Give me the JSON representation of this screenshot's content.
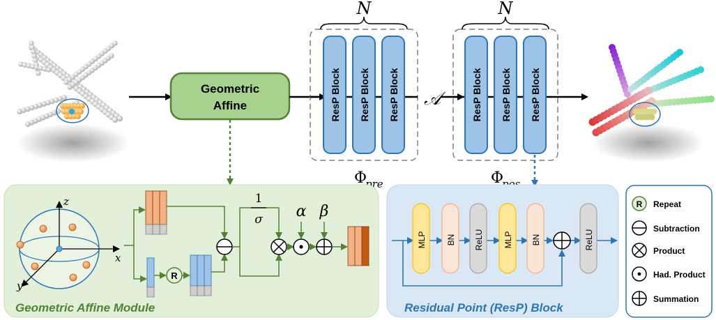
{
  "top": {
    "geo_affine_line1": "Geometric",
    "geo_affine_line2": "Affine",
    "resp_block_label": "ResP Block",
    "n_label": "N",
    "affine_symbol": "𝒜",
    "phi_pre": "Φ",
    "phi_pre_sub": "pre",
    "phi_pos": "Φ",
    "phi_pos_sub": "pos"
  },
  "gam": {
    "title": "Geometric Affine Module",
    "axis_z": "z",
    "axis_x": "x",
    "axis_y": "y",
    "repeat_symbol": "R",
    "frac_num": "1",
    "frac_den": "σ",
    "alpha": "α",
    "beta": "β"
  },
  "resp": {
    "title": "Residual Point (ResP) Block",
    "layers": [
      "MLP",
      "BN",
      "ReLU",
      "MLP",
      "BN",
      "ReLU"
    ]
  },
  "legend": {
    "items": [
      {
        "symbol": "R",
        "label": "Repeat",
        "icon": "repeat-icon"
      },
      {
        "symbol": "",
        "label": "Subtraction",
        "icon": "subtraction-icon"
      },
      {
        "symbol": "",
        "label": "Product",
        "icon": "product-icon"
      },
      {
        "symbol": "",
        "label": "Had. Product",
        "icon": "hadamard-icon"
      },
      {
        "symbol": "",
        "label": "Summation",
        "icon": "summation-icon"
      }
    ]
  },
  "colors": {
    "green_box": "#a9d18e",
    "green_border": "#548235",
    "green_panel": "#e2efd9",
    "blue_block": "#9dc3e6",
    "blue_border": "#2e75b6",
    "blue_panel": "#dae8f5",
    "mlp_fill": "#ffe699",
    "bn_fill": "#fbe5d6",
    "relu_fill": "#d9d9d9",
    "title_green": "#548235",
    "title_blue": "#2e75b6"
  }
}
